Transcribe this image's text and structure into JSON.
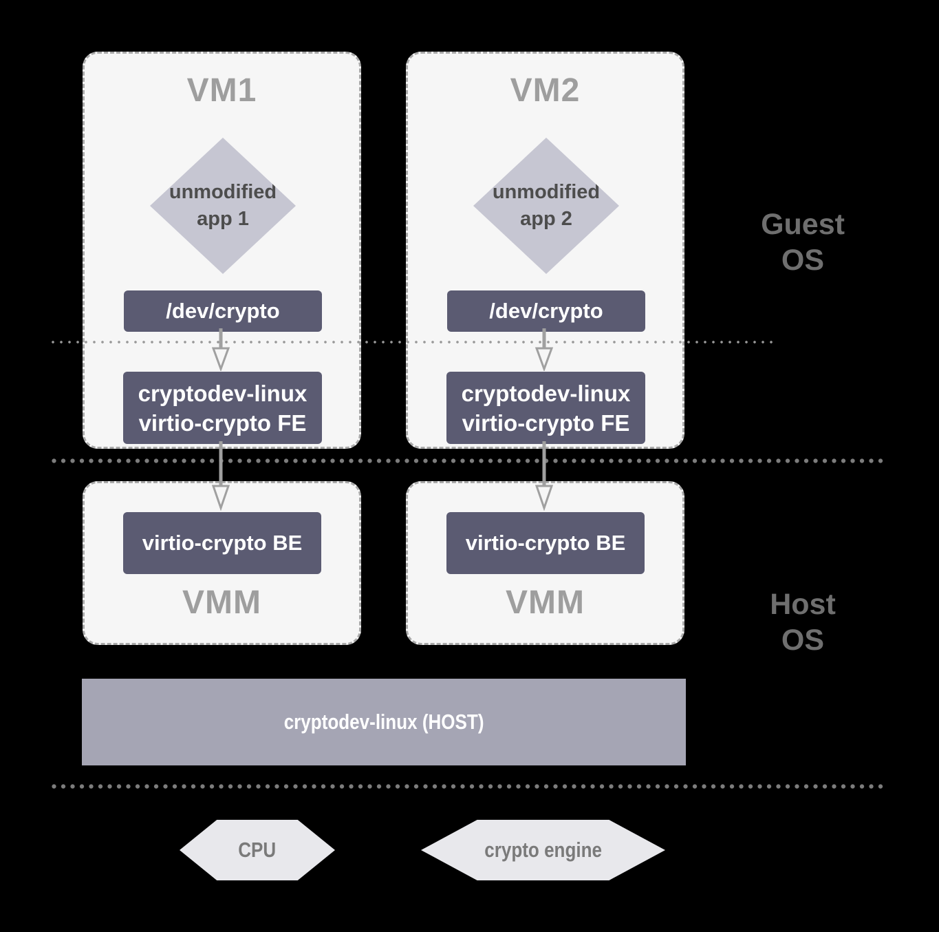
{
  "side_labels": {
    "guest_line1": "Guest",
    "guest_line2": "OS",
    "host_line1": "Host",
    "host_line2": "OS"
  },
  "vms": [
    {
      "title": "VM1",
      "app_line1": "unmodified",
      "app_line2": "app 1",
      "dev_node": "/dev/crypto",
      "fe_line1": "cryptodev-linux",
      "fe_line2": "virtio-crypto FE"
    },
    {
      "title": "VM2",
      "app_line1": "unmodified",
      "app_line2": "app 2",
      "dev_node": "/dev/crypto",
      "fe_line1": "cryptodev-linux",
      "fe_line2": "virtio-crypto FE"
    }
  ],
  "vmms": [
    {
      "be_label": "virtio-crypto BE",
      "title": "VMM"
    },
    {
      "be_label": "virtio-crypto BE",
      "title": "VMM"
    }
  ],
  "host_layer": {
    "label": "cryptodev-linux (HOST)"
  },
  "hardware": [
    {
      "label": "CPU"
    },
    {
      "label": "crypto engine"
    }
  ],
  "colors": {
    "background": "#000000",
    "panel_fill": "#f6f6f6",
    "panel_border": "#a9a9a9",
    "dark_box_fill": "#5b5b72",
    "diamond_fill": "#c6c6d2",
    "host_bar_fill": "#a5a5b4",
    "hexagon_fill": "#e8e8ec",
    "panel_title_text": "#9e9e9e",
    "side_label_text": "#6f6f6f",
    "diamond_text": "#4d4d4d",
    "box_text": "#ffffff",
    "arrow": "#a0a0a0"
  }
}
